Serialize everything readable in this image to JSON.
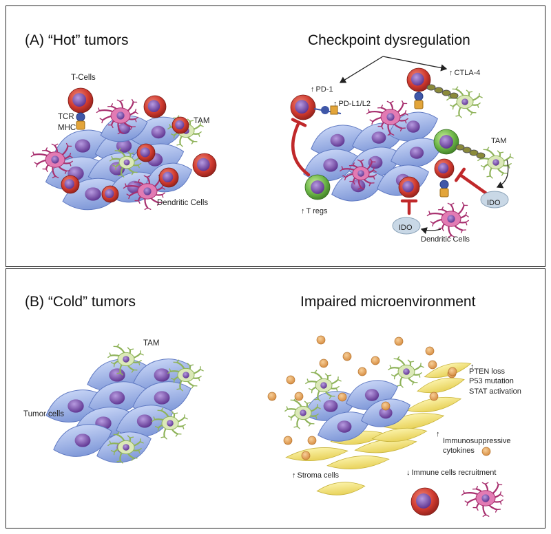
{
  "panel_a": {
    "title": "(A) “Hot” tumors",
    "labels": {
      "tcells": "T-Cells",
      "tcr": "TCR",
      "mhc": "MHC",
      "tam": "TAM",
      "dendritic": "Dendritic Cells"
    },
    "right": {
      "title": "Checkpoint dysregulation",
      "pd1": "PD-1",
      "pdl": "PD-L1/L2",
      "ctla4": "CTLA-4",
      "tam": "TAM",
      "tregs": "T regs",
      "ido1": "IDO",
      "ido2": "IDO",
      "dendritic": "Dendritic Cells"
    }
  },
  "panel_b": {
    "title": "(B) “Cold” tumors",
    "tam": "TAM",
    "tumor_cells": "Tumor cells",
    "right": {
      "title": "Impaired microenvironment",
      "factors": "PTEN loss\nP53 mutation\nSTAT activation",
      "cytokines": "Immunosuppressive\ncytokines",
      "stroma": "Stroma cells",
      "recruitment": "Immune cells recruitment"
    }
  },
  "colors": {
    "tumor": "#9fb3e6",
    "tumor_edge": "#5f79c2",
    "nucleus": "#7a4fa8",
    "tcell": "#c8362c",
    "treg": "#6ab446",
    "tam": "#dbe9b8",
    "dendritic": "#c94d93",
    "stroma": "#f4e57a",
    "cytokine": "#e6a55a",
    "inhibit": "#c0282a",
    "ido": "#c9d8e6"
  }
}
